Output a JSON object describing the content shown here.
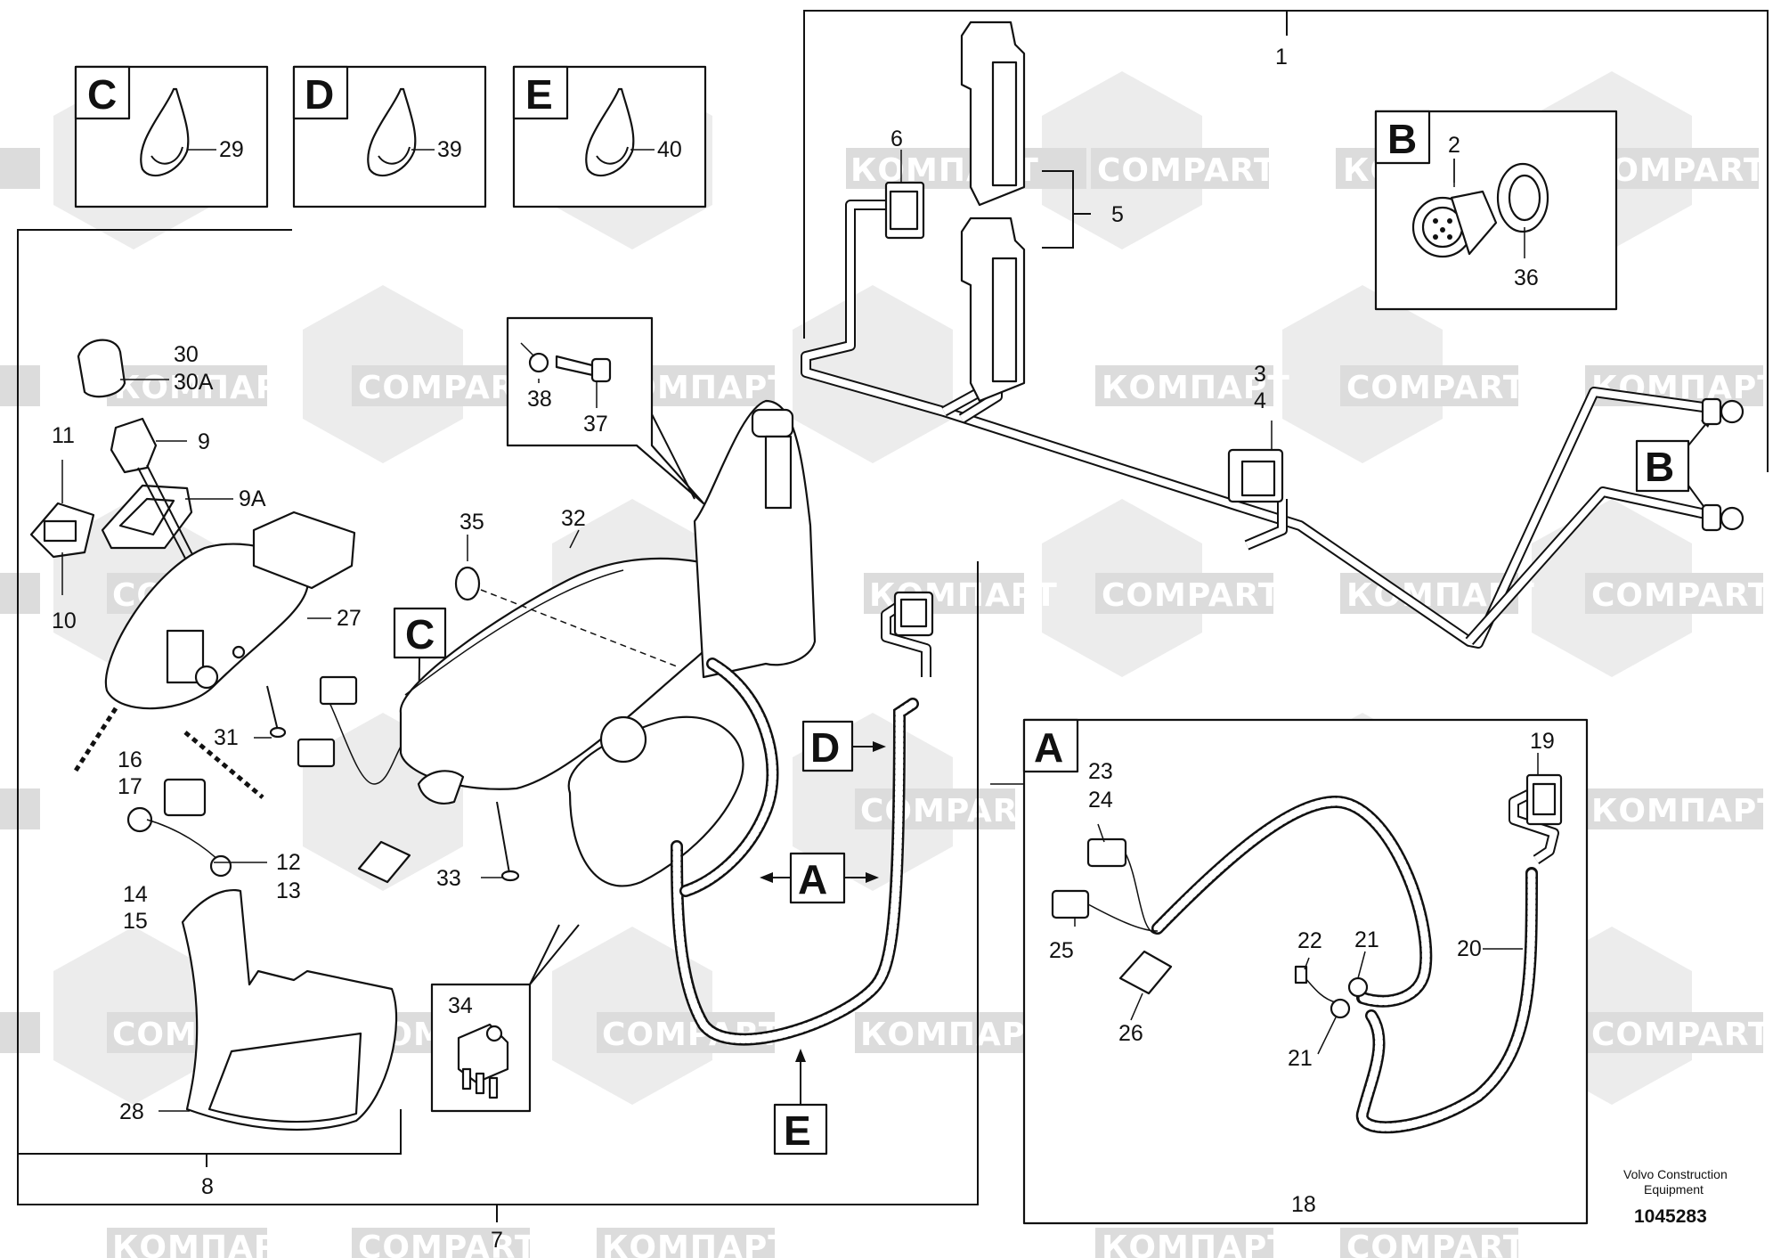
{
  "watermark": {
    "latin": "COMPART",
    "cyrillic": "КОМПАРТ"
  },
  "detail_boxes": {
    "C": "C",
    "D": "D",
    "E": "E",
    "B": "B",
    "A": "A"
  },
  "reference_tags": {
    "C": "C",
    "D": "D",
    "A": "A",
    "E": "E",
    "B": "B"
  },
  "callouts": {
    "n1": "1",
    "n2": "2",
    "n3": "3",
    "n4": "4",
    "n5": "5",
    "n6": "6",
    "n7": "7",
    "n8": "8",
    "n9": "9",
    "n9a": "9A",
    "n10": "10",
    "n11": "11",
    "n12": "12",
    "n13": "13",
    "n14": "14",
    "n15": "15",
    "n16": "16",
    "n17": "17",
    "n18": "18",
    "n19": "19",
    "n20": "20",
    "n21a": "21",
    "n21b": "21",
    "n21c": "21",
    "n22": "22",
    "n23": "23",
    "n24": "24",
    "n25": "25",
    "n26": "26",
    "n27": "27",
    "n28": "28",
    "n29": "29",
    "n30": "30",
    "n30a": "30A",
    "n31": "31",
    "n32": "32",
    "n33": "33",
    "n34": "34",
    "n35": "35",
    "n36": "36",
    "n37": "37",
    "n38": "38",
    "n39": "39",
    "n40": "40"
  },
  "footer": {
    "company_line1": "Volvo Construction",
    "company_line2": "Equipment",
    "part_number": "1045283"
  }
}
